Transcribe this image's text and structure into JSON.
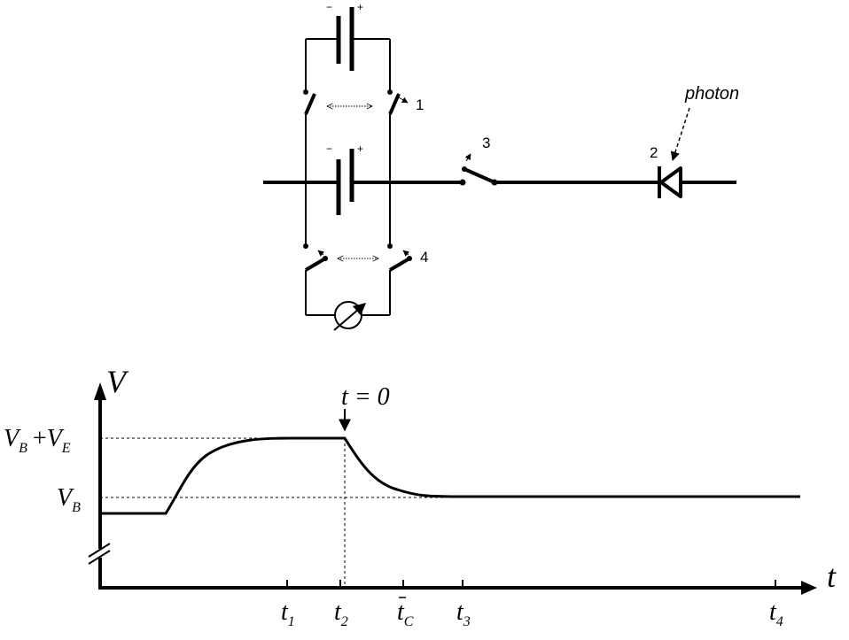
{
  "circuit": {
    "battery_minus": "−",
    "battery_plus": "+",
    "label_switch_1": "1",
    "label_diode": "2",
    "label_switch_3": "3",
    "label_switch_4": "4",
    "photon_label": "photon"
  },
  "graph": {
    "y_axis_label": "V",
    "x_axis_label": "t",
    "event_label": "t = 0",
    "level_high_label": {
      "main1": "V",
      "sub1": "B",
      "op": "+",
      "main2": "V",
      "sub2": "E"
    },
    "level_low_label": {
      "main": "V",
      "sub": "B"
    },
    "ticks": [
      {
        "main": "t",
        "sub": "1"
      },
      {
        "main": "t",
        "sub": "2"
      },
      {
        "main": "t",
        "sub": "C",
        "bar": true
      },
      {
        "main": "t",
        "sub": "3"
      },
      {
        "main": "t",
        "sub": "4"
      }
    ]
  }
}
